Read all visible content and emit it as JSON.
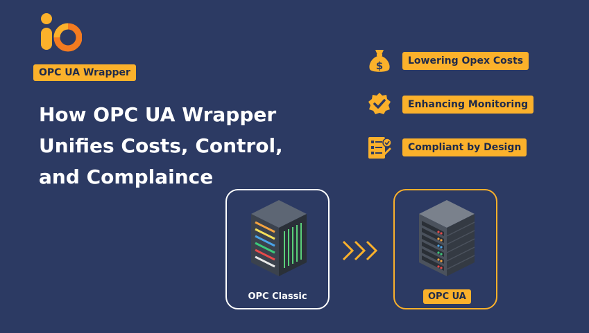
{
  "brand": {
    "logo_icon": "io-logo-icon",
    "accent": "#fbb12b",
    "background": "#2c3a63"
  },
  "tag": "OPC UA Wrapper",
  "headline": [
    "How OPC UA Wrapper",
    "Unifies Costs, Control,",
    "and Complaince"
  ],
  "features": [
    {
      "icon": "money-bag-icon",
      "label": "Lowering Opex Costs"
    },
    {
      "icon": "badge-check-icon",
      "label": "Enhancing Monitoring"
    },
    {
      "icon": "checklist-icon",
      "label": "Compliant by Design"
    }
  ],
  "servers": [
    {
      "icon": "server-rack-icon",
      "caption": "OPC Classic"
    },
    {
      "icon": "server-rack-icon",
      "caption": "OPC UA"
    }
  ],
  "transition_icon": "triple-chevron-right-icon"
}
